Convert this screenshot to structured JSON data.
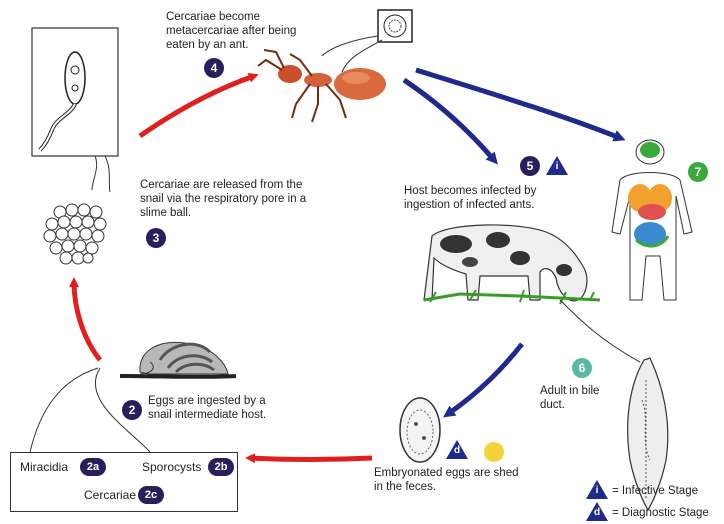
{
  "steps": {
    "s2": {
      "badge": "2",
      "text": "Eggs are ingested by a snail intermediate host."
    },
    "s3": {
      "badge": "3",
      "text": "Cercariae are released from the snail via the respiratory pore in a slime ball."
    },
    "s4": {
      "badge": "4",
      "text": "Cercariae become metacercariae after being eaten by an ant."
    },
    "s5": {
      "badge": "5",
      "text": "Host becomes infected by ingestion of infected ants."
    },
    "s6": {
      "badge": "6",
      "text": "Adult in bile duct."
    },
    "s7": {
      "badge": "7"
    },
    "s1": {
      "text": "Embryonated eggs are shed in the feces."
    }
  },
  "inset": {
    "miracidia": "Miracidia",
    "miracidia_badge": "2a",
    "sporocysts": "Sporocysts",
    "sporocysts_badge": "2b",
    "cercariae": "Cercariae",
    "cercariae_badge": "2c"
  },
  "legend": {
    "infective_symbol": "i",
    "infective_label": "= Infective Stage",
    "diagnostic_symbol": "d",
    "diagnostic_label": "= Diagnostic Stage"
  },
  "colors": {
    "red_arrow": "#e02020",
    "blue_arrow": "#1e2a8c",
    "badge_dark": "#2a1e5c",
    "badge_green": "#3aa83a",
    "badge_teal": "#5bb8a8",
    "badge_yellow": "#f4d23a"
  }
}
